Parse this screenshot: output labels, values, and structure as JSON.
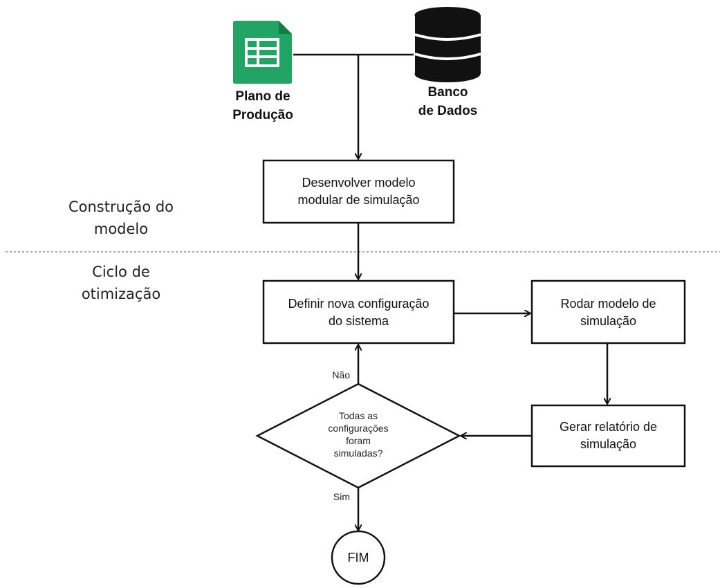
{
  "sources": {
    "plan": "Plano de\nProdução",
    "db": "Banco\nde Dados"
  },
  "phases": {
    "construction": "Construção do\nmodelo",
    "optimization": "Ciclo de\notimização"
  },
  "steps": {
    "develop": "Desenvolver modelo\nmodular de simulação",
    "define": "Definir nova configuração\ndo sistema",
    "run": "Rodar modelo de\nsimulação",
    "report": "Gerar relatório de\nsimulação"
  },
  "decision": {
    "question": "Todas as\nconfigurações\nforam\nsimuladas?",
    "no": "Não",
    "yes": "Sim"
  },
  "end": "FIM",
  "colors": {
    "sheet_green": "#22a464",
    "sheet_green_dark": "#167a45",
    "database": "#111111",
    "stroke": "#111111",
    "divider": "#888888"
  },
  "icons": {
    "plan": "spreadsheet-icon",
    "db": "database-icon"
  }
}
